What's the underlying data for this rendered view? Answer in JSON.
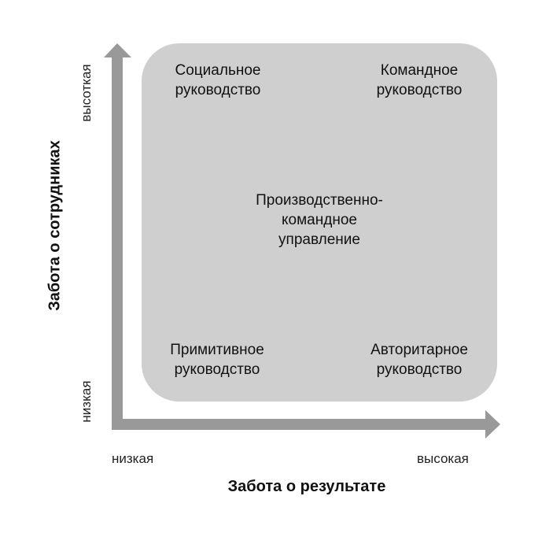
{
  "axes": {
    "x_title": "Забота о результате",
    "y_title": "Забота о сотрудниках",
    "x_low": "низкая",
    "x_high": "высокая",
    "y_low": "низкая",
    "y_high": "высоткая"
  },
  "quadrants": {
    "top_left": [
      "Социальное",
      "руководство"
    ],
    "top_right": [
      "Командное",
      "руководство"
    ],
    "center": [
      "Производственно-",
      "командное",
      "управление"
    ],
    "bottom_left": [
      "Примитивное",
      "руководство"
    ],
    "bottom_right": [
      "Авторитарное",
      "руководство"
    ]
  },
  "colors": {
    "arrow": "#999999",
    "box": "#cfcfcf"
  }
}
